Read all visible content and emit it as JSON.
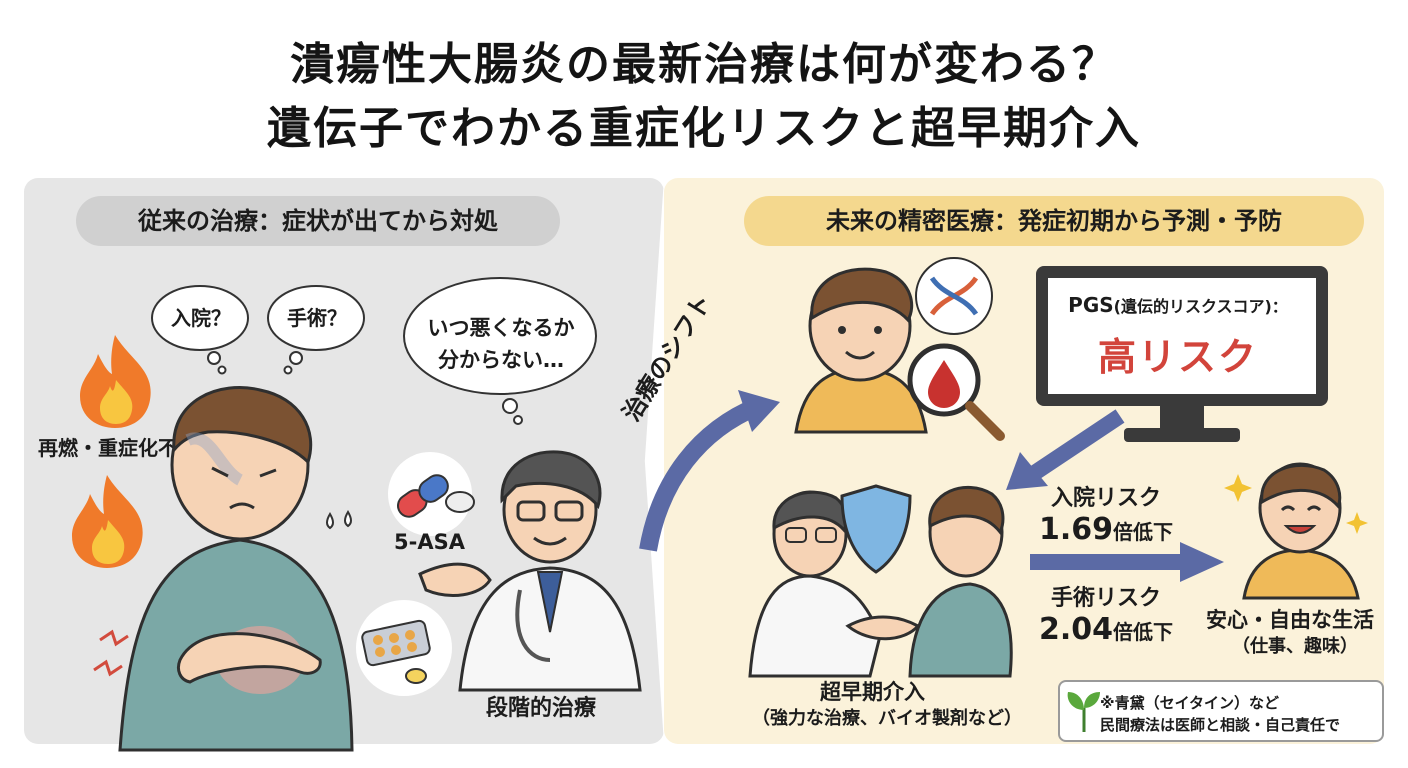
{
  "title": {
    "line1": "潰瘍性大腸炎の最新治療は何が変わる？",
    "line2": "遺伝子でわかる重症化リスクと超早期介入"
  },
  "left_panel": {
    "heading": "従来の治療：症状が出てから対処",
    "bubble_hospital": "入院？",
    "bubble_surgery": "手術？",
    "bubble_worry_1": "いつ悪くなるか",
    "bubble_worry_2": "分からない…",
    "anxiety_label": "再燃・重症化不安",
    "drug_label": "5-ASA",
    "treatment_label": "段階的治療"
  },
  "shift_label": "治療のシフト",
  "right_panel": {
    "heading": "未来の精密医療：発症初期から予測・予防",
    "monitor_label_main": "PGS",
    "monitor_label_sub": "(遺伝的リスクスコア)：",
    "monitor_risk": "高リスク",
    "hospital_risk_label": "入院リスク",
    "hospital_risk_value": "1.69",
    "hospital_risk_suffix": "倍低下",
    "surgery_risk_label": "手術リスク",
    "surgery_risk_value": "2.04",
    "surgery_risk_suffix": "倍低下",
    "outcome_line1": "安心・自由な生活",
    "outcome_line2": "（仕事、趣味）",
    "intervention_line1": "超早期介入",
    "intervention_line2": "（強力な治療、バイオ製剤など）",
    "note_line1": "※青黛（セイタイン）など",
    "note_line2": "民間療法は医師と相談・自己責任で"
  },
  "colors": {
    "left_bg": "#e6e6e6",
    "right_bg": "#fbf2da",
    "left_pill": "#d0d0d0",
    "right_pill": "#f4d88e",
    "risk_red": "#d2443b",
    "arrow_blue": "#5b6aa5",
    "flame": "#f07a2a"
  }
}
